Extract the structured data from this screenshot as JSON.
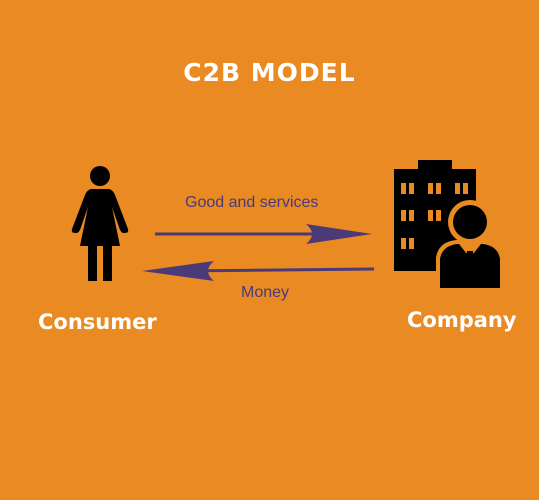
{
  "title": "C2B MODEL",
  "nodes": {
    "consumer": {
      "label": "Consumer",
      "icon": "woman-icon"
    },
    "company": {
      "label": "Company",
      "icon": "office-building-businessman-icon"
    }
  },
  "edges": {
    "goods": {
      "label": "Good and services",
      "from": "consumer",
      "to": "company"
    },
    "money": {
      "label": "Money",
      "from": "company",
      "to": "consumer"
    }
  },
  "colors": {
    "background": "#E98A22",
    "arrow": "#4B3A78",
    "icon": "#000000",
    "text": "#FFFFFF"
  }
}
